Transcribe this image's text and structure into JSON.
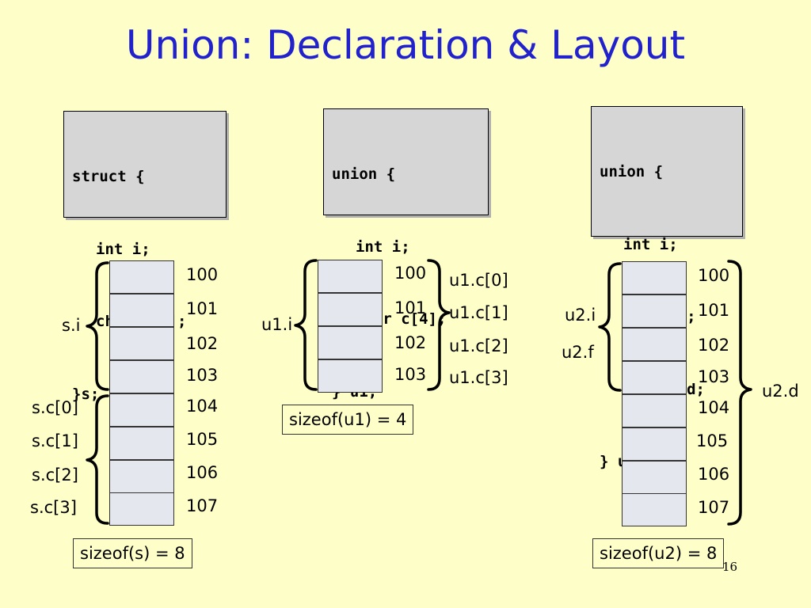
{
  "title": "Union: Declaration & Layout",
  "panels": {
    "struct": {
      "code": [
        "struct {",
        "int i;",
        "char c[4];",
        "}s;"
      ],
      "addresses": [
        "100",
        "101",
        "102",
        "103",
        "104",
        "105",
        "106",
        "107"
      ],
      "field_labels": [
        "s.i",
        "s.c[0]",
        "s.c[1]",
        "s.c[2]",
        "s.c[3]"
      ],
      "size": "sizeof(s) = 8"
    },
    "union1": {
      "code": [
        "union {",
        "int i;",
        "char c[4];",
        "} u1;"
      ],
      "addresses": [
        "100",
        "101",
        "102",
        "103"
      ],
      "field_labels": [
        "u1.i",
        "u1.c[0]",
        "u1.c[1]",
        "u1.c[2]",
        "u1.c[3]"
      ],
      "size": "sizeof(u1) = 4"
    },
    "union2": {
      "code": [
        "union {",
        "int i;",
        "float f;",
        "double d;",
        "} u2;"
      ],
      "addresses": [
        "100",
        "101",
        "102",
        "103",
        "104",
        "105",
        "106",
        "107"
      ],
      "field_labels": [
        "u2.i",
        "u2.f",
        "u2.d"
      ],
      "size": "sizeof(u2) = 8"
    }
  },
  "page_number": "16"
}
